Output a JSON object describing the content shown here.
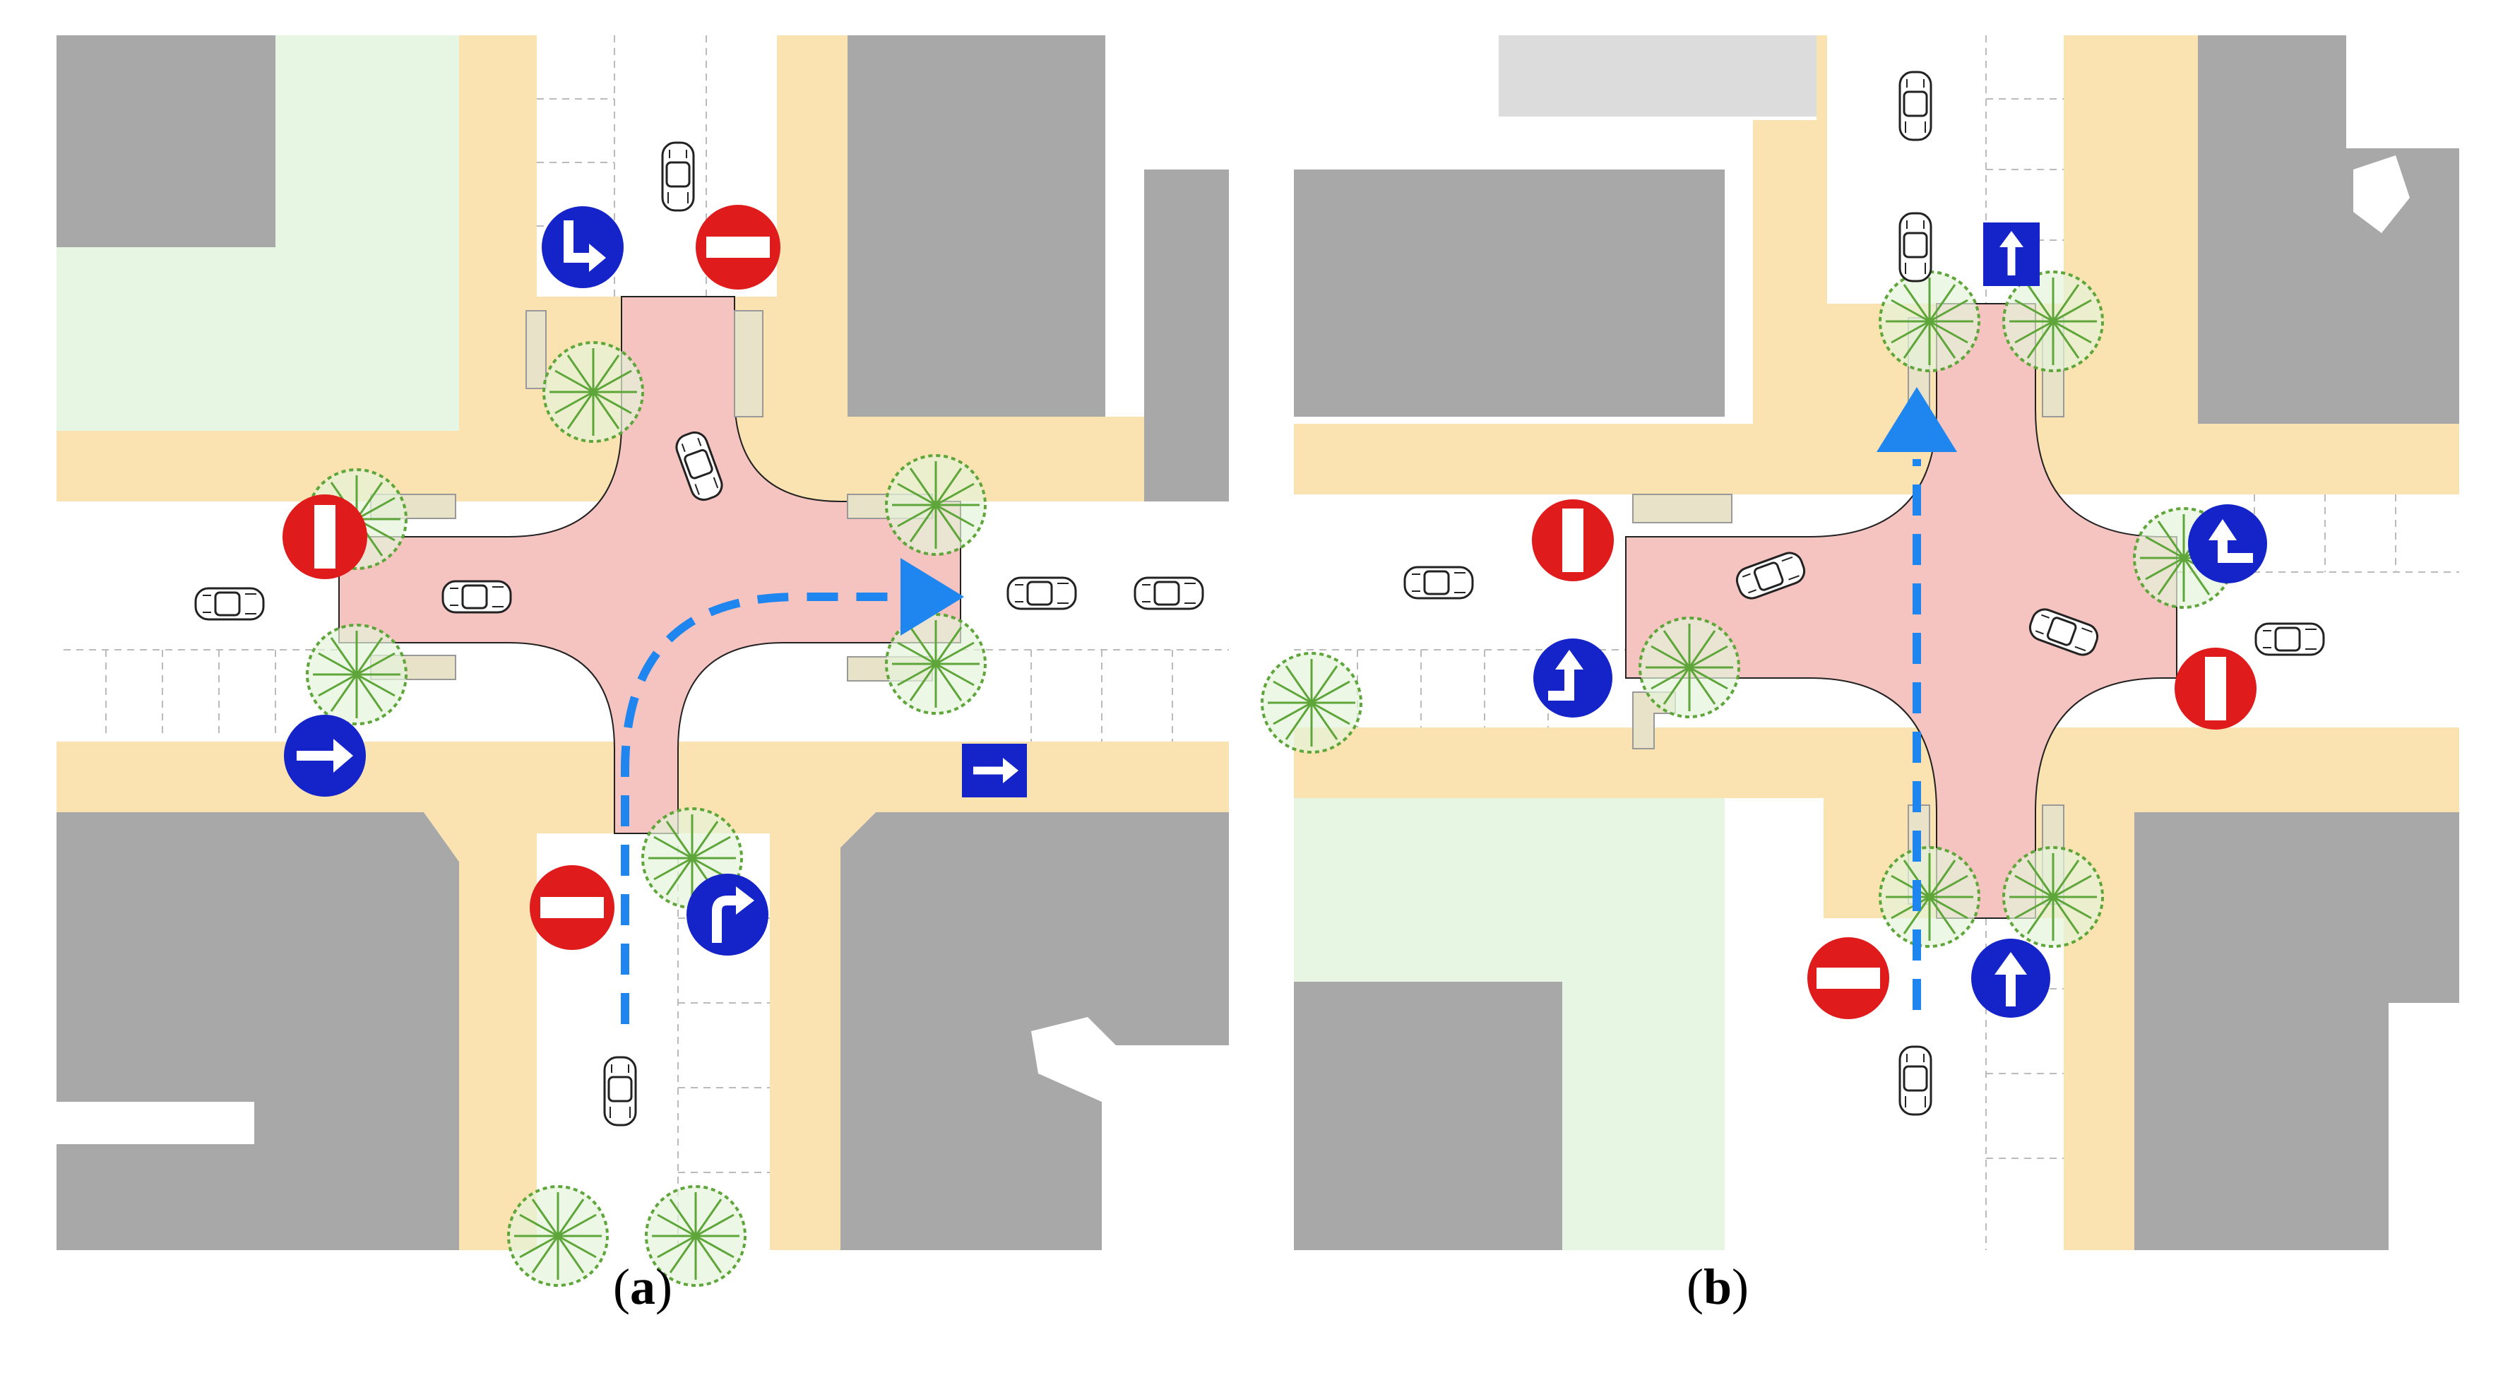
{
  "panels": [
    {
      "id": "a",
      "label": "a",
      "label_open": "(",
      "label_close": ")",
      "route": "right-turn",
      "signs": [
        "no-entry",
        "no-entry",
        "no-entry",
        "turn-right-ahead",
        "proceed-right",
        "turn-right-later",
        "one-way-right"
      ]
    },
    {
      "id": "b",
      "label": "b",
      "label_open": "(",
      "label_close": ")",
      "route": "straight-ahead",
      "signs": [
        "no-entry",
        "no-entry",
        "no-entry",
        "ahead-only",
        "one-way-ahead",
        "turn-right-later",
        "turn-left-later"
      ]
    }
  ],
  "colors": {
    "intersection": "#f5c4c0",
    "sidewalk": "#fae3b0",
    "building": "#a8a8a8",
    "green_area": "#e6f6e3",
    "sign_blue": "#1424c8",
    "sign_red": "#e01b1b",
    "route_arrow": "#1f86f0",
    "tree": "#5ea63a"
  }
}
